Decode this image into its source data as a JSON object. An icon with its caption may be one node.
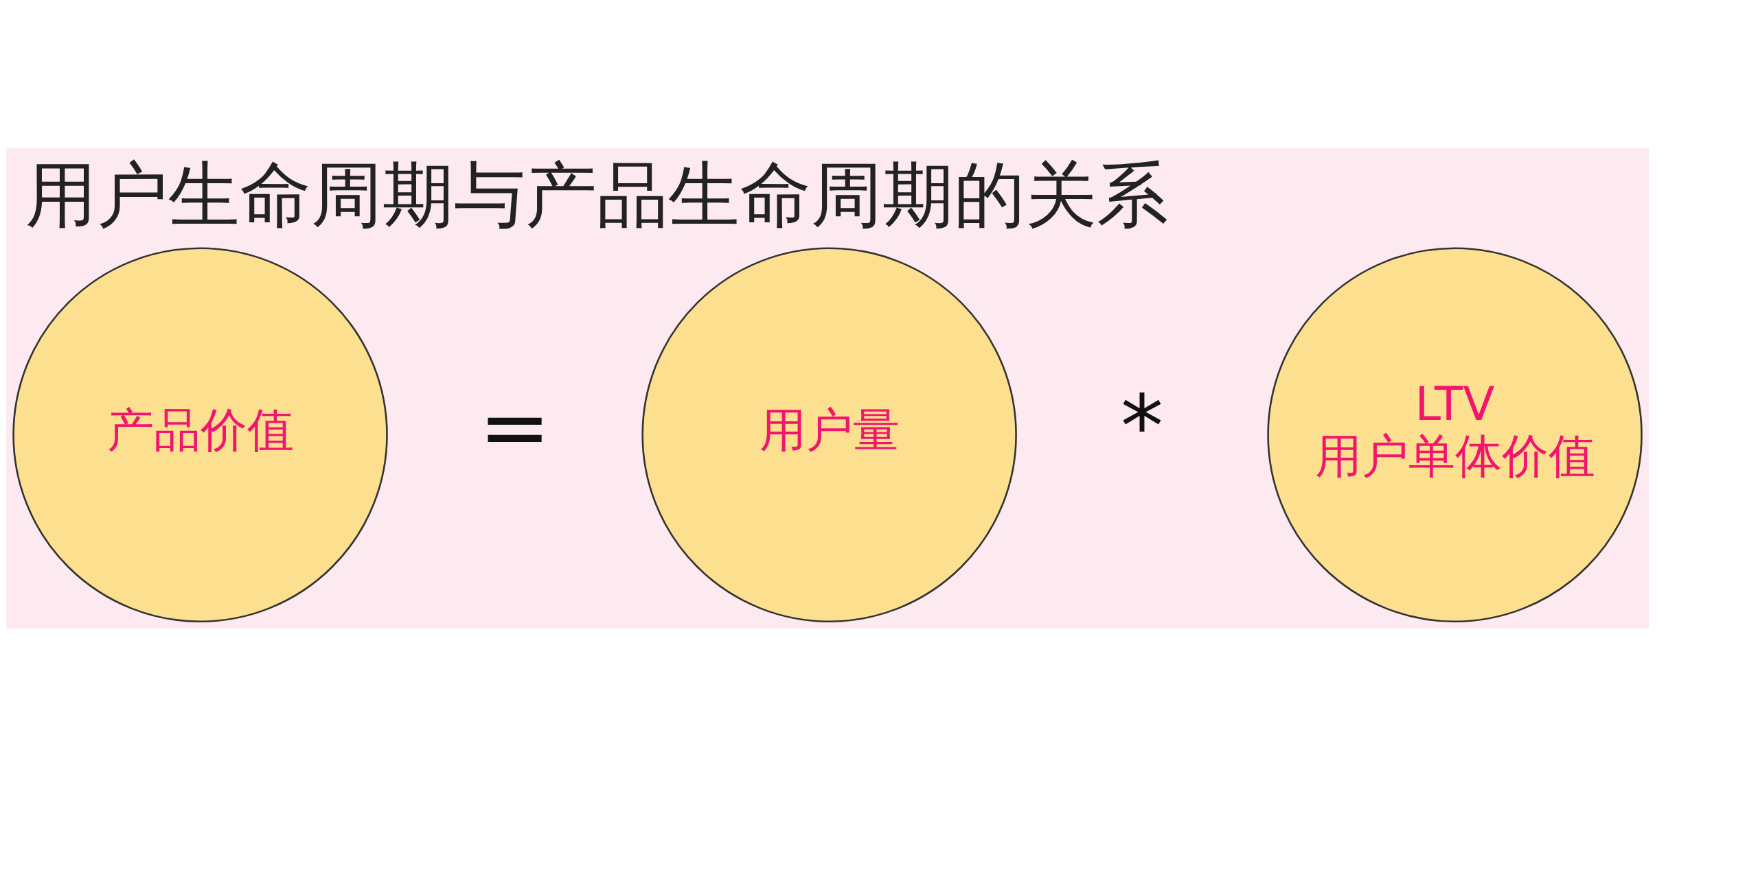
{
  "diagram": {
    "title": "用户生命周期与产品生命周期的关系",
    "nodes": [
      {
        "text": [
          "产品价值"
        ]
      },
      {
        "text": [
          "用户量"
        ]
      },
      {
        "text": [
          "LTV",
          "用户单体价值"
        ]
      }
    ],
    "edges": [],
    "labels": [
      "=",
      "*"
    ]
  }
}
